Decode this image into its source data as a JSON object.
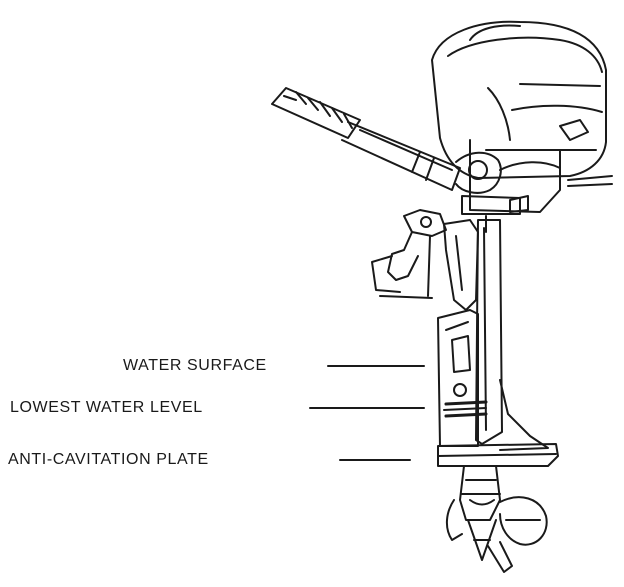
{
  "labels": {
    "water_surface": "WATER SURFACE",
    "lowest_water_level": "LOWEST WATER LEVEL",
    "anti_cavitation_plate": "ANTI-CAVITATION PLATE"
  },
  "colors": {
    "ink": "#1a1a1a",
    "background": "#ffffff"
  }
}
